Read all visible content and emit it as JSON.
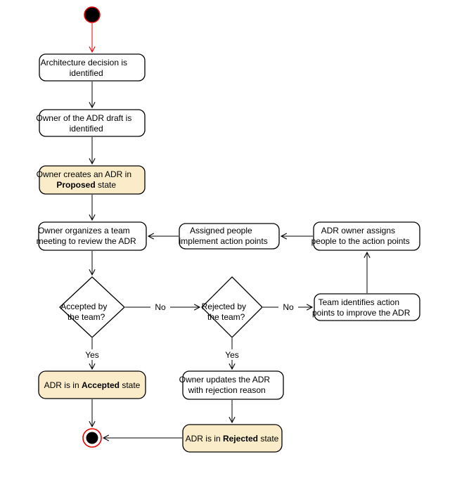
{
  "colors": {
    "canvas_bg": "#ffffff",
    "activity_fill": "#ffffff",
    "state_fill": "#faecc8",
    "border": "#000000",
    "start_end_red": "#e80000",
    "text": "#000000"
  },
  "icons": {
    "start_node": "initial-state-filled-circle",
    "end_node": "final-state-bullseye"
  },
  "nodes": {
    "arch": {
      "line1": "Architecture decision is",
      "line2": "identified"
    },
    "owner_draft": {
      "line1": "Owner of the ADR draft is",
      "line2": "identified"
    },
    "create_proposed": {
      "line1": "Owner creates an ADR in",
      "line2_bold": "Proposed",
      "line2_rest": " state"
    },
    "meeting": {
      "line1": "Owner organizes a team",
      "line2": "meeting to review the ADR"
    },
    "assigned_people": {
      "line1": "Assigned people",
      "line2": "implement action points"
    },
    "owner_assigns": {
      "line1": "ADR owner assigns",
      "line2": "people to the action points"
    },
    "accepted_q": {
      "line1": "Accepted by",
      "line2": "the team?"
    },
    "rejected_q": {
      "line1": "Rejected by",
      "line2": "the team?"
    },
    "team_identifies": {
      "line1": "Team identifies action",
      "line2": "points to improve the ADR"
    },
    "accepted_state": {
      "pre": "ADR is in ",
      "bold": "Accepted",
      "post": " state"
    },
    "updates": {
      "line1": "Owner updates the ADR",
      "line2": "with rejection reason"
    },
    "rejected_state": {
      "pre": "ADR is in ",
      "bold": "Rejected",
      "post": " state"
    }
  },
  "edge_labels": {
    "no_accepted": "No",
    "no_rejected": "No",
    "yes_accepted": "Yes",
    "yes_rejected": "Yes"
  }
}
